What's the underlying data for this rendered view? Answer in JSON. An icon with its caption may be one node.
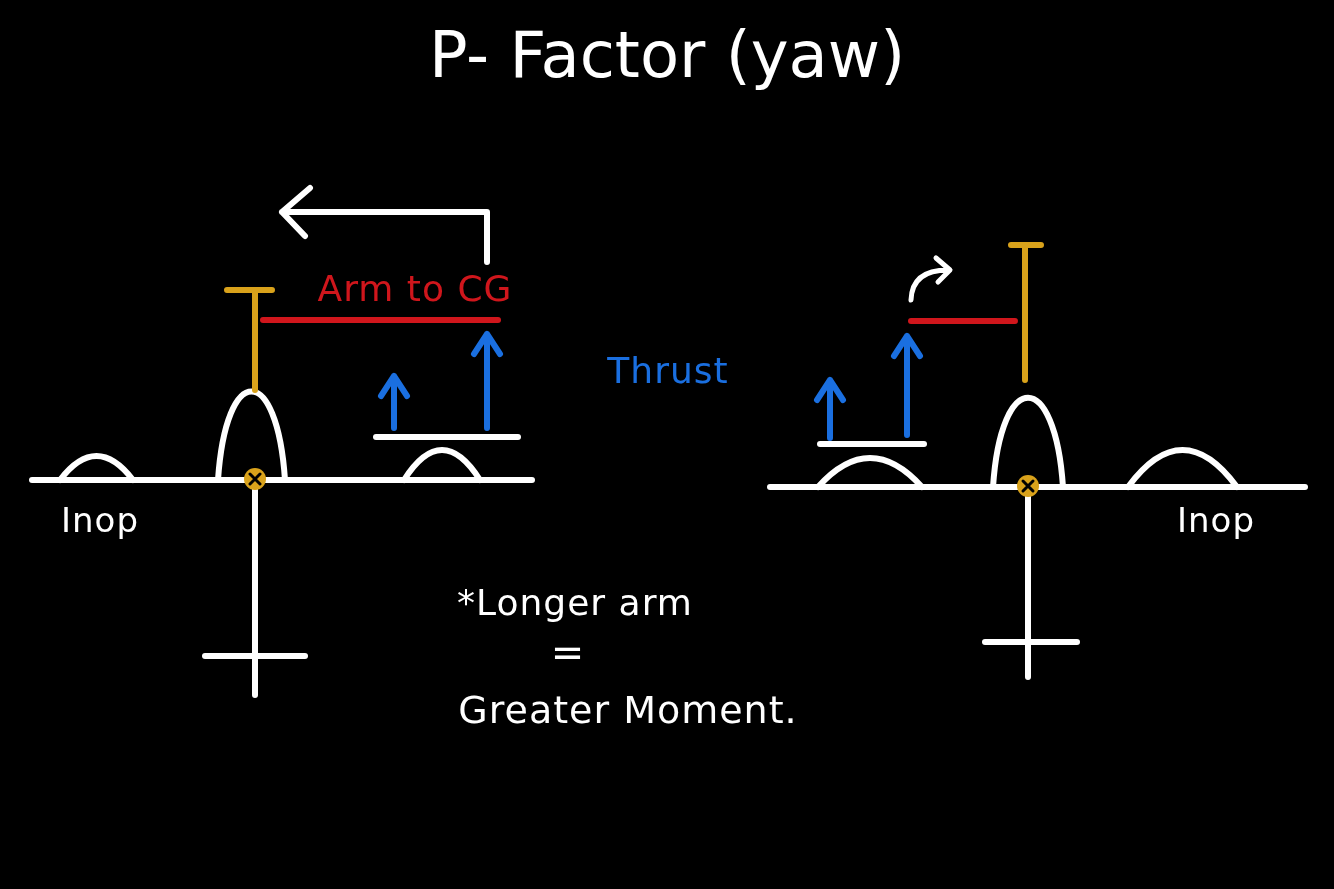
{
  "diagram": {
    "title": "P- Factor (yaw)",
    "labels": [
      "Arm to CG",
      "Thrust",
      "Inop",
      "Inop",
      "*Longer arm",
      "=",
      "Greater Moment."
    ]
  }
}
